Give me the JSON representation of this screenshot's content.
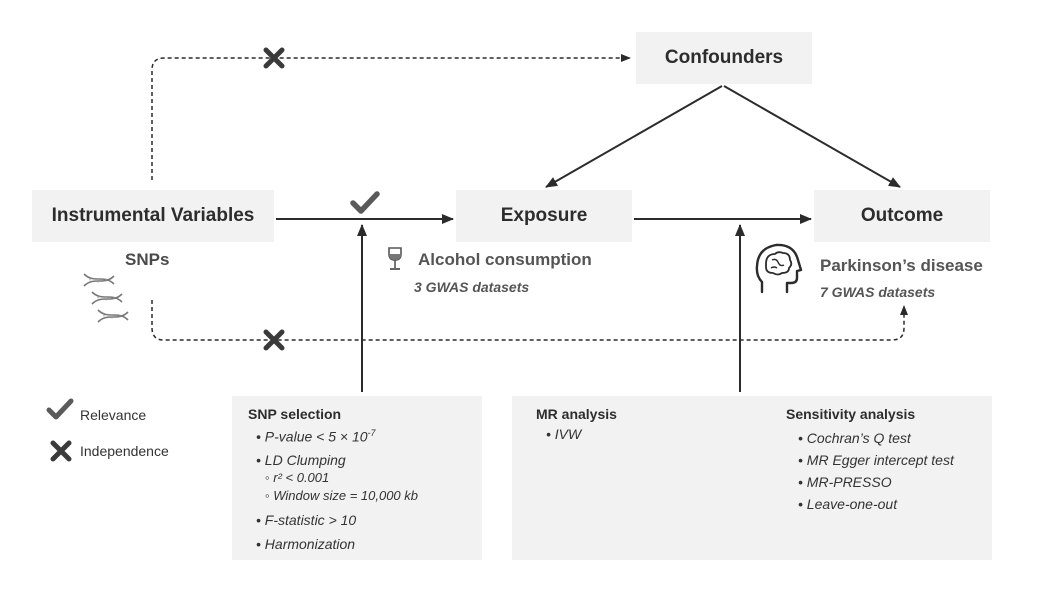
{
  "nodes": {
    "confounders": "Confounders",
    "instrumental": "Instrumental Variables",
    "exposure": "Exposure",
    "outcome": "Outcome"
  },
  "instrument_sub": "SNPs",
  "exposure_sub": {
    "title": "Alcohol consumption",
    "datasets": "3 GWAS datasets"
  },
  "outcome_sub": {
    "title": "Parkinson’s disease",
    "datasets": "7 GWAS datasets"
  },
  "snp_panel": {
    "title": "SNP selection",
    "items": [
      {
        "text": "P-value < 5 × 10",
        "sup": "-7",
        "level": 1
      },
      {
        "text": "LD Clumping",
        "level": 1
      },
      {
        "text": "r² < 0.001",
        "level": 2
      },
      {
        "text": "Window size = 10,000 kb",
        "level": 2
      },
      {
        "text": "F-statistic > 10",
        "level": 1
      },
      {
        "text": "Harmonization",
        "level": 1
      }
    ]
  },
  "mr_panel": {
    "title": "MR analysis",
    "items": [
      "IVW"
    ]
  },
  "sensitivity_panel": {
    "title": "Sensitivity analysis",
    "items": [
      "Cochran’s Q test",
      "MR Egger intercept test",
      "MR-PRESSO",
      "Leave-one-out"
    ]
  },
  "legend": {
    "relevance": "Relevance",
    "independence": "Independence"
  },
  "colors": {
    "line": "#2b2b2b",
    "box": "#f2f2f2",
    "icon": "#5a5a5a"
  },
  "icons": [
    "check-icon",
    "cross-icon",
    "dna-icon",
    "wine-glass-icon",
    "brain-head-icon"
  ]
}
